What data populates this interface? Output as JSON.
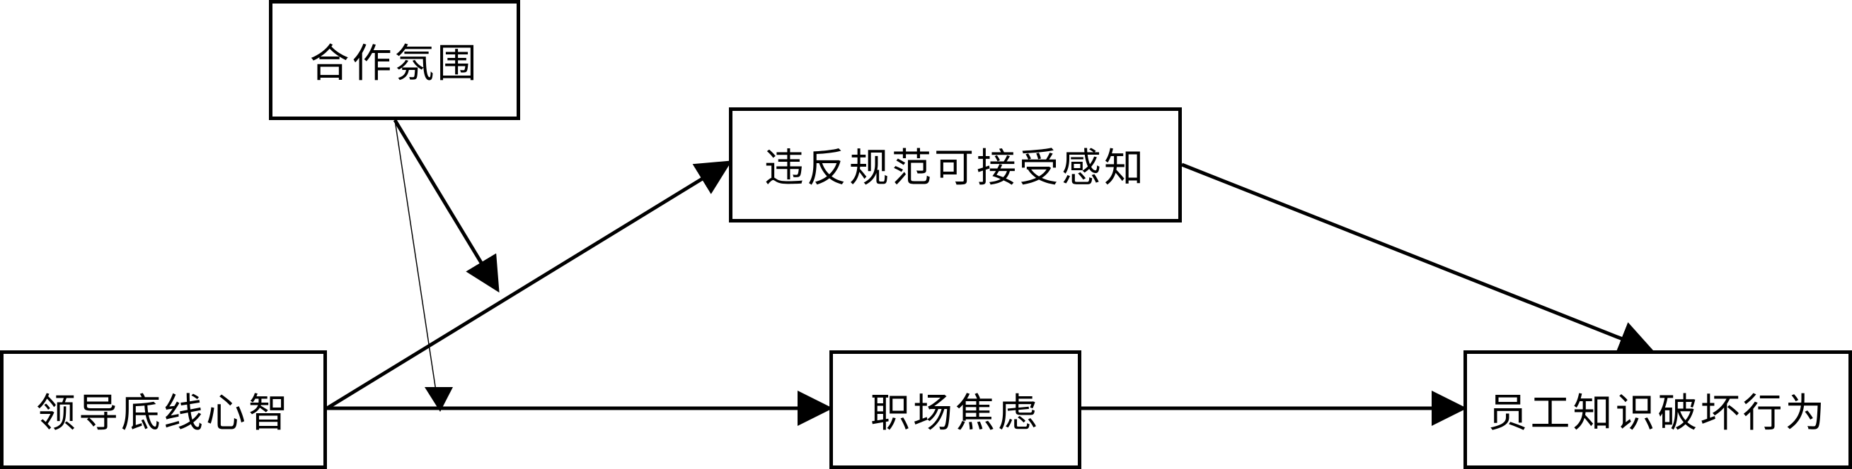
{
  "nodes": {
    "cooperation_climate": "合作氛围",
    "norm_violation_acceptability": "违反规范可接受感知",
    "leader_bottom_line_mentality": "领导底线心智",
    "workplace_anxiety": "职场焦虑",
    "employee_knowledge_sabotage": "员工知识破坏行为"
  },
  "edges": [
    {
      "from": "leader_bottom_line_mentality",
      "to": "norm_violation_acceptability"
    },
    {
      "from": "leader_bottom_line_mentality",
      "to": "workplace_anxiety"
    },
    {
      "from": "norm_violation_acceptability",
      "to": "employee_knowledge_sabotage"
    },
    {
      "from": "workplace_anxiety",
      "to": "employee_knowledge_sabotage"
    },
    {
      "from": "cooperation_climate",
      "to": "leader_bottom_line_mentality->norm_violation_acceptability",
      "type": "moderation"
    },
    {
      "from": "cooperation_climate",
      "to": "leader_bottom_line_mentality->workplace_anxiety",
      "type": "moderation"
    }
  ],
  "colors": {
    "line": "#000000",
    "box_border": "#000000",
    "background": "#ffffff"
  }
}
